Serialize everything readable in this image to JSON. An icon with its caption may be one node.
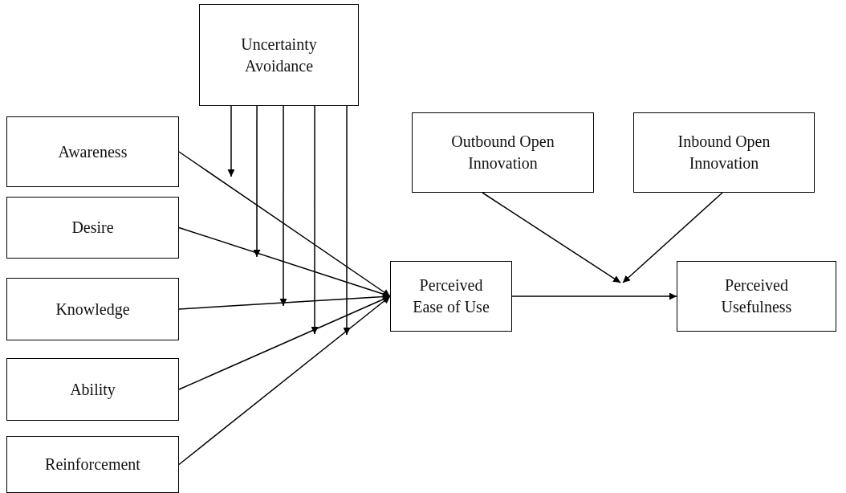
{
  "diagram": {
    "nodes": [
      {
        "text": [
          "Uncertainty Avoidance"
        ]
      },
      {
        "text": [
          "Awareness"
        ]
      },
      {
        "text": [
          "Desire"
        ]
      },
      {
        "text": [
          "Knowledge"
        ]
      },
      {
        "text": [
          "Ability"
        ]
      },
      {
        "text": [
          "Reinforcement"
        ]
      },
      {
        "text": [
          "Perceived Ease of Use"
        ]
      },
      {
        "text": [
          "Outbound Open Innovation"
        ]
      },
      {
        "text": [
          "Inbound Open Innovation"
        ]
      },
      {
        "text": [
          "Perceived Usefulness"
        ]
      }
    ],
    "edges": [
      {
        "from": 1,
        "to": 6,
        "arrow": "to"
      },
      {
        "from": 2,
        "to": 6,
        "arrow": "to"
      },
      {
        "from": 3,
        "to": 6,
        "arrow": "to"
      },
      {
        "from": 4,
        "to": 6,
        "arrow": "to"
      },
      {
        "from": 5,
        "to": 6,
        "arrow": "to"
      },
      {
        "from": 0,
        "to": null,
        "arrow": "to"
      },
      {
        "from": 0,
        "to": null,
        "arrow": "to"
      },
      {
        "from": 0,
        "to": null,
        "arrow": "to"
      },
      {
        "from": 0,
        "to": null,
        "arrow": "to"
      },
      {
        "from": 0,
        "to": null,
        "arrow": "to"
      },
      {
        "from": 6,
        "to": 9,
        "arrow": "to"
      },
      {
        "from": 7,
        "to": null,
        "arrow": "to"
      },
      {
        "from": 8,
        "to": null,
        "arrow": "to"
      }
    ]
  }
}
